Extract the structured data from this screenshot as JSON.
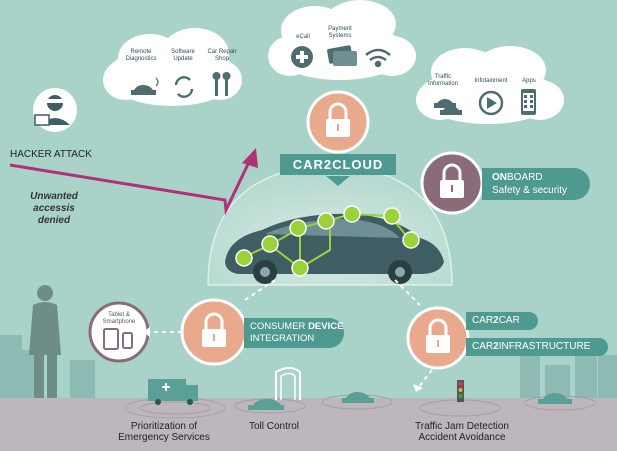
{
  "colors": {
    "background": "#a9d3c8",
    "lock_salmon": "#e8a98c",
    "lock_plum": "#8a6b7a",
    "banner_teal": "#4f9a90",
    "car_green": "#9bd23a",
    "attack_magenta": "#b0307a"
  },
  "cloud_left": {
    "items": [
      {
        "label": "Remote Diagnostics",
        "icon": "car-wifi-icon"
      },
      {
        "label": "Software Update",
        "icon": "refresh-icon"
      },
      {
        "label": "Car Repair Shop",
        "icon": "wrench-icon"
      }
    ]
  },
  "cloud_center": {
    "items": [
      {
        "label": "eCall",
        "icon": "plus-icon"
      },
      {
        "label": "Payment Systems",
        "icon": "credit-card-icon"
      },
      {
        "label": "",
        "icon": "wifi-icon"
      }
    ]
  },
  "cloud_right": {
    "items": [
      {
        "label": "Traffic Information",
        "icon": "cars-icon"
      },
      {
        "label": "Infotainment",
        "icon": "play-icon"
      },
      {
        "label": "Apps",
        "icon": "phone-grid-icon"
      }
    ]
  },
  "hacker": {
    "label": "HACKER ATTACK",
    "icon": "hacker-icon"
  },
  "unwanted": {
    "line1": "Unwanted accessis",
    "line2": "denied"
  },
  "car2cloud": {
    "label": "CAR2CLOUD"
  },
  "onboard": {
    "bold": "ON",
    "rest": "BOARD",
    "line2": "Safety & security"
  },
  "consumer": {
    "line1_a": "CONSUMER ",
    "line1_b": "DEVICE",
    "line2": "INTEGRATION"
  },
  "tablet": {
    "label": "Tablet & Smartphone"
  },
  "car2car": {
    "a": "CAR",
    "b": "2",
    "c": "CAR"
  },
  "car2infra": {
    "a": "CAR",
    "b": "2",
    "c": "INFRASTRUCTURE"
  },
  "bottom": {
    "emergency": {
      "line1": "Prioritization of",
      "line2": "Emergency Services"
    },
    "toll": "Toll Control",
    "traffic": {
      "line1": "Traffic Jam Detection",
      "line2": "Accident Avoidance"
    }
  }
}
